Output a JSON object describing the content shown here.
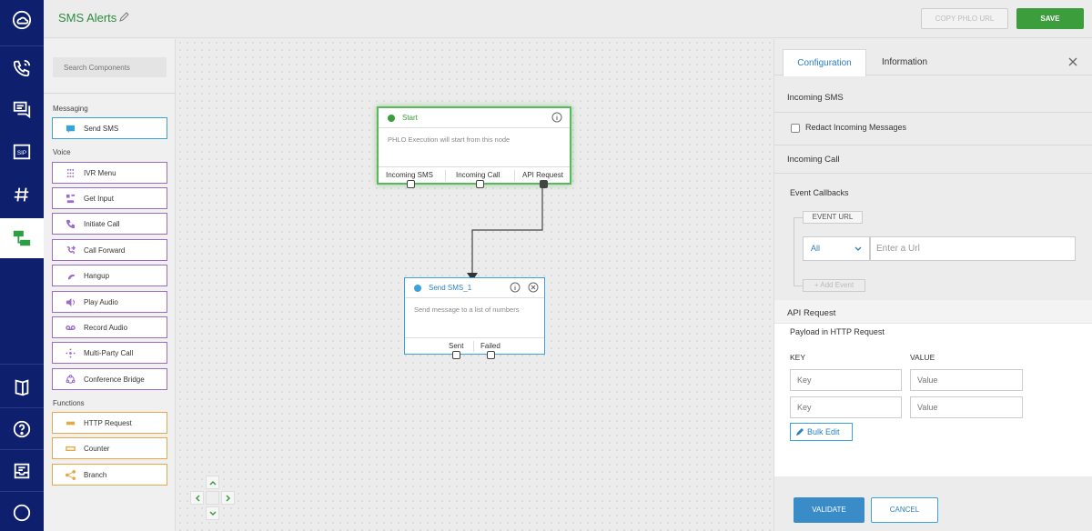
{
  "header": {
    "title": "SMS Alerts",
    "copy_url_label": "COPY PHLO URL",
    "save_label": "SAVE"
  },
  "components": {
    "search_placeholder": "Search Components",
    "sections": [
      {
        "label": "Messaging",
        "items": [
          {
            "label": "Send SMS",
            "icon": "message-icon"
          }
        ]
      },
      {
        "label": "Voice",
        "items": [
          {
            "label": "IVR Menu",
            "icon": "keypad-icon"
          },
          {
            "label": "Get Input",
            "icon": "input-icon"
          },
          {
            "label": "Initiate Call",
            "icon": "phone-icon"
          },
          {
            "label": "Call Forward",
            "icon": "call-forward-icon"
          },
          {
            "label": "Hangup",
            "icon": "hangup-icon"
          },
          {
            "label": "Play Audio",
            "icon": "speaker-icon"
          },
          {
            "label": "Record Audio",
            "icon": "voicemail-icon"
          },
          {
            "label": "Multi-Party Call",
            "icon": "multi-party-icon"
          },
          {
            "label": "Conference Bridge",
            "icon": "conference-icon"
          }
        ]
      },
      {
        "label": "Functions",
        "items": [
          {
            "label": "HTTP Request",
            "icon": "http-icon"
          },
          {
            "label": "Counter",
            "icon": "counter-icon"
          },
          {
            "label": "Branch",
            "icon": "branch-icon"
          }
        ]
      }
    ]
  },
  "canvas": {
    "start_node": {
      "title": "Start",
      "description": "PHLO Execution will start from this node",
      "ports": [
        "Incoming SMS",
        "Incoming Call",
        "API Request"
      ]
    },
    "sms_node": {
      "title": "Send SMS_1",
      "description": "Send message to a list of numbers",
      "ports": [
        "Sent",
        "Failed"
      ]
    }
  },
  "config": {
    "tabs": [
      "Configuration",
      "Information"
    ],
    "incoming_sms": {
      "heading": "Incoming SMS",
      "redact_label": "Redact Incoming Messages",
      "redact_checked": false
    },
    "incoming_call": {
      "heading": "Incoming Call",
      "event_callbacks_label": "Event Callbacks",
      "event_url_label": "EVENT URL",
      "event_select_value": "All",
      "url_placeholder": "Enter a Url",
      "add_event_label": "+ Add Event"
    },
    "api_request": {
      "heading": "API Request",
      "payload_label": "Payload in HTTP Request",
      "key_header": "KEY",
      "value_header": "VALUE",
      "key_placeholder": "Key",
      "value_placeholder": "Value",
      "bulk_edit_label": "Bulk Edit"
    },
    "validate_label": "VALIDATE",
    "cancel_label": "CANCEL"
  },
  "colors": {
    "rail": "#0e1f6e",
    "accent_green": "#3c9d3c",
    "accent_blue": "#3a8cc9",
    "voice_border": "#9b6bc7",
    "function_border": "#e8a84a"
  }
}
